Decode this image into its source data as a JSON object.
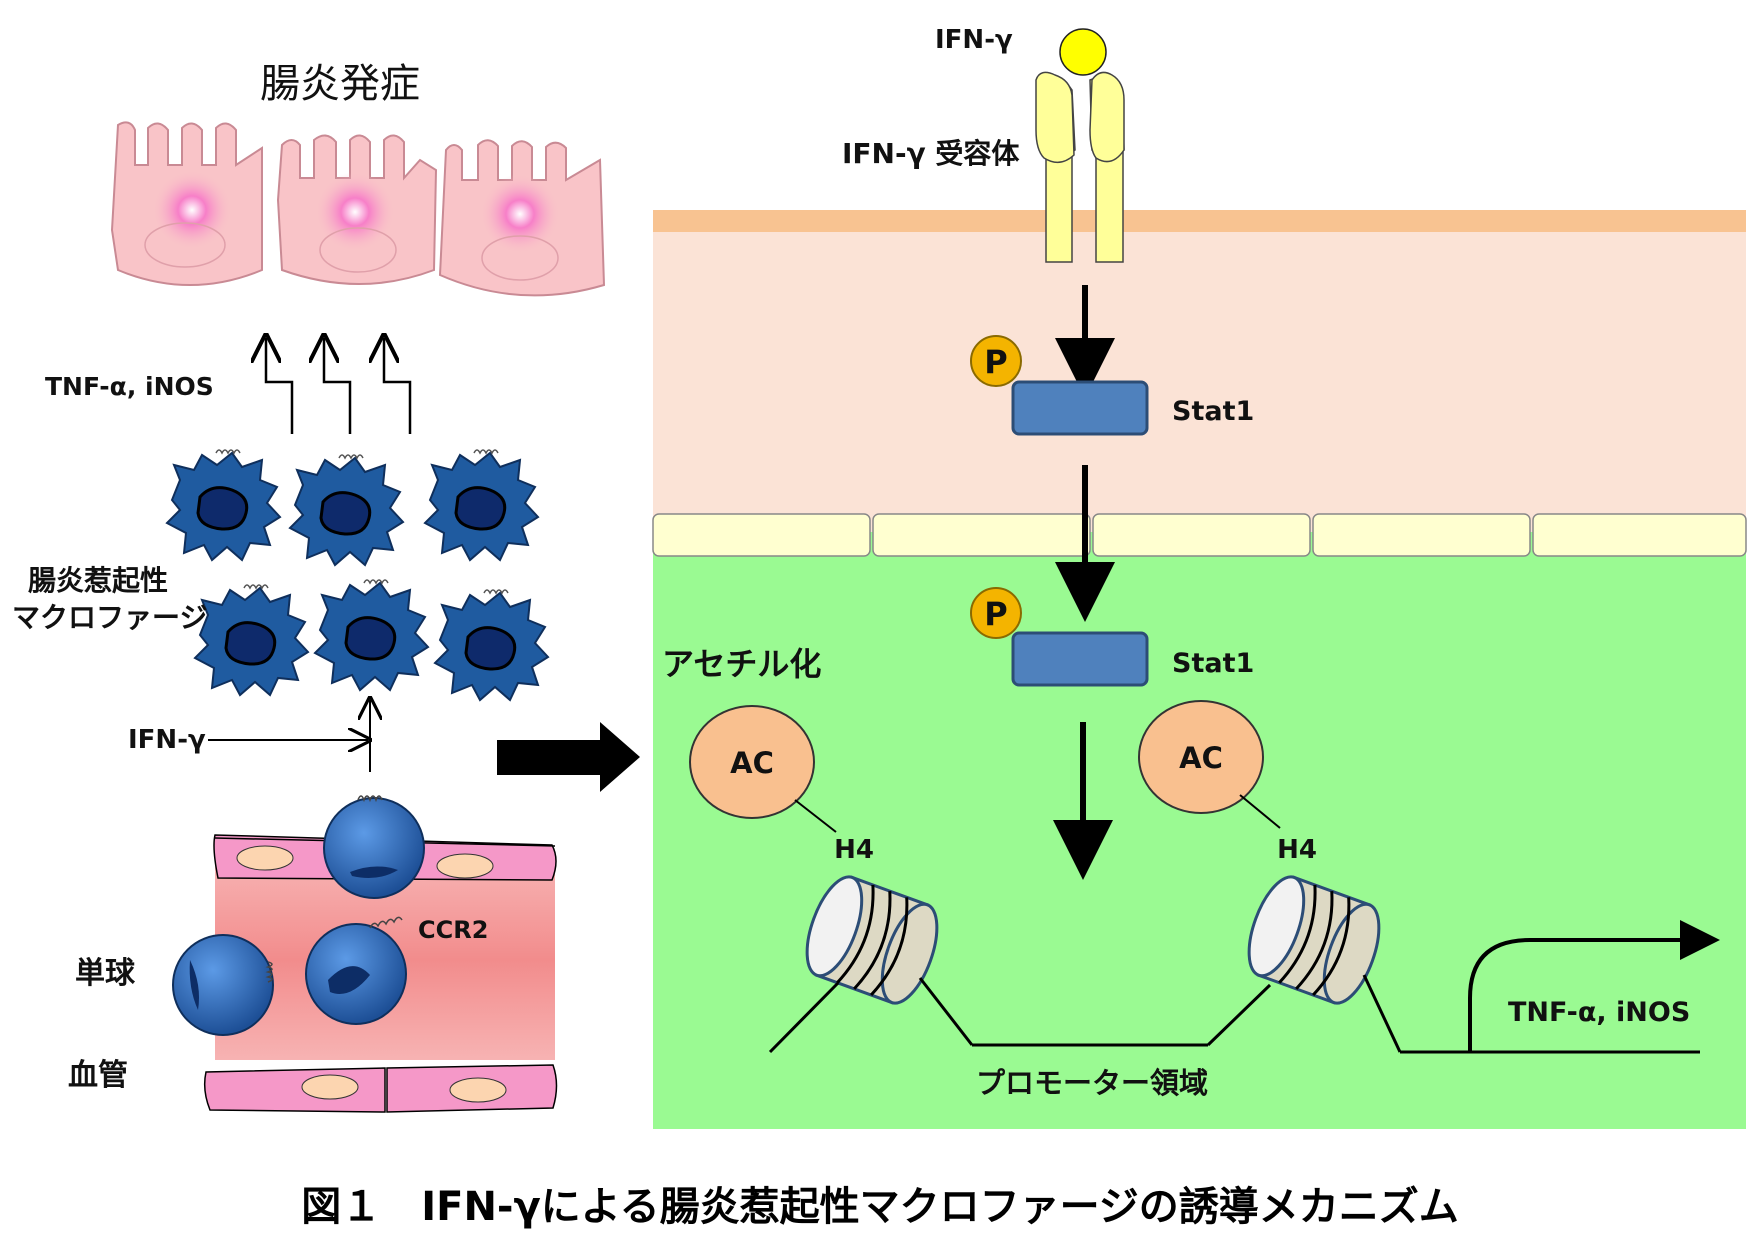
{
  "left_panel": {
    "colitis_title": "腸炎発症",
    "cytokines_label": "TNF-α, iNOS",
    "macrophage_label_line1": "腸炎惹起性",
    "macrophage_label_line2": "マクロファージ",
    "ifn_label": "IFN-γ",
    "ccr2_label": "CCR2",
    "monocyte_label": "単球",
    "vessel_label": "血管"
  },
  "right_panel": {
    "ifn_ligand_label": "IFN-γ",
    "receptor_label": "IFN-γ 受容体",
    "phospho_label": "P",
    "stat1_label": "Stat1",
    "acetylation_label": "アセチル化",
    "ac_label": "AC",
    "h4_label": "H4",
    "promoter_label": "プロモーター領域",
    "target_genes_label": "TNF-α, iNOS"
  },
  "caption": "図１　IFN-γによる腸炎惹起性マクロファージの誘導メカニズム",
  "colors": {
    "cytoplasm": "#fbe3d6",
    "membrane_band": "#f8c391",
    "nucleus": "#9afa92",
    "nuclear_envelope": "#ffffd0",
    "receptor": "#ffff99",
    "ligand": "#ffff00",
    "stat1": "#4f81bd",
    "phospho": "#f4b400",
    "ac_enzyme": "#f9c08f",
    "epithelium": "#f9c4c8",
    "macrophage": "#1f5ba0",
    "monocyte": "#2e6fc0",
    "vessel_wall": "#f598c8"
  }
}
